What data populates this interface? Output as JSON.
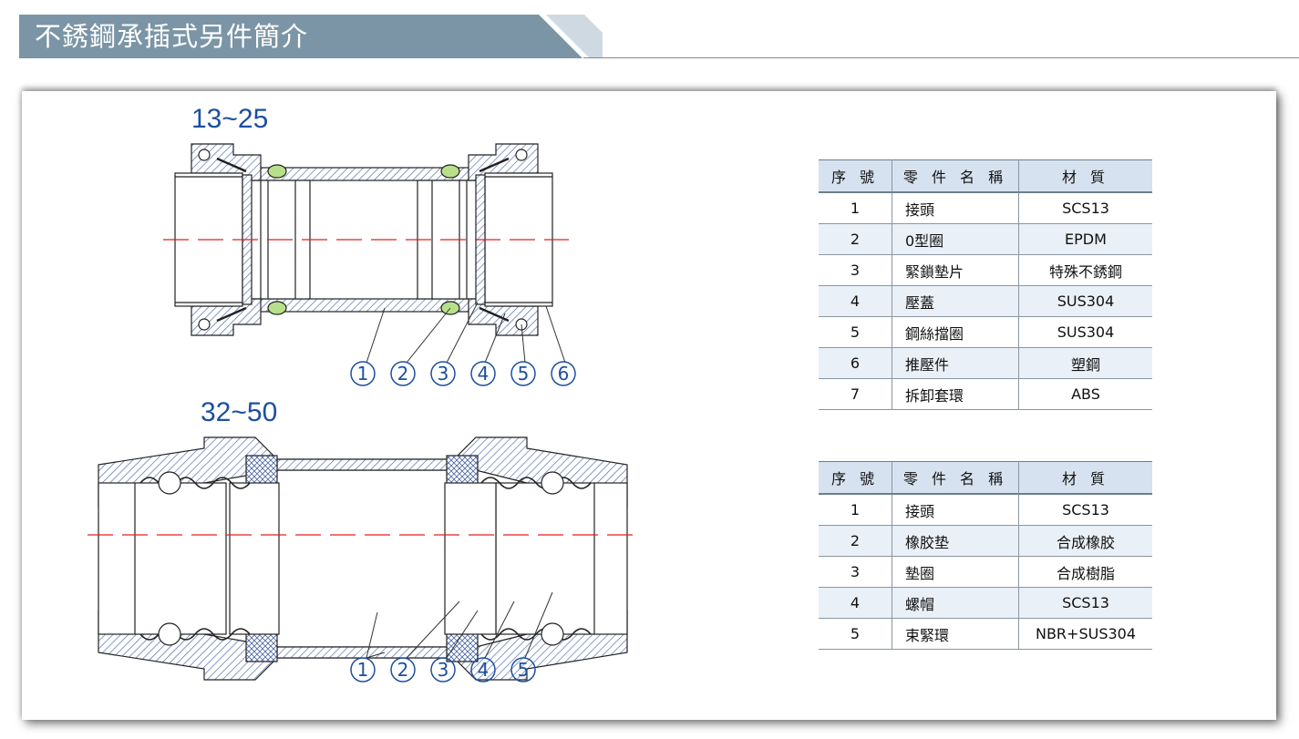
{
  "header": {
    "title": "不銹鋼承插式另件簡介"
  },
  "diagrams": {
    "top": {
      "size_label": "13~25",
      "callouts": [
        "1",
        "2",
        "3",
        "4",
        "5",
        "6"
      ]
    },
    "bottom": {
      "size_label": "32~50",
      "callouts": [
        "1",
        "2",
        "3",
        "4",
        "5"
      ]
    }
  },
  "table_columns": [
    "序 號",
    "零 件 名 稱",
    "材 質"
  ],
  "tables": [
    {
      "rows": [
        {
          "no": "1",
          "name": "接頭",
          "material": "SCS13"
        },
        {
          "no": "2",
          "name": "0型圈",
          "material": "EPDM"
        },
        {
          "no": "3",
          "name": "緊鎖墊片",
          "material": "特殊不銹鋼"
        },
        {
          "no": "4",
          "name": "壓蓋",
          "material": "SUS304"
        },
        {
          "no": "5",
          "name": "鋼絲擋圈",
          "material": "SUS304"
        },
        {
          "no": "6",
          "name": "推壓件",
          "material": "塑鋼"
        },
        {
          "no": "7",
          "name": "拆卸套環",
          "material": "ABS"
        }
      ]
    },
    {
      "rows": [
        {
          "no": "1",
          "name": "接頭",
          "material": "SCS13"
        },
        {
          "no": "2",
          "name": "橡胶垫",
          "material": "合成橡胶"
        },
        {
          "no": "3",
          "name": "墊圈",
          "material": "合成樹脂"
        },
        {
          "no": "4",
          "name": "螺帽",
          "material": "SCS13"
        },
        {
          "no": "5",
          "name": "束緊環",
          "material": "NBR+SUS304"
        }
      ]
    }
  ],
  "colors": {
    "header_band": "#7b95a6",
    "hatch": "#4a66a8",
    "callout": "#1d4fa0",
    "centerline": "#e02020",
    "oring": "#b8e08a"
  }
}
